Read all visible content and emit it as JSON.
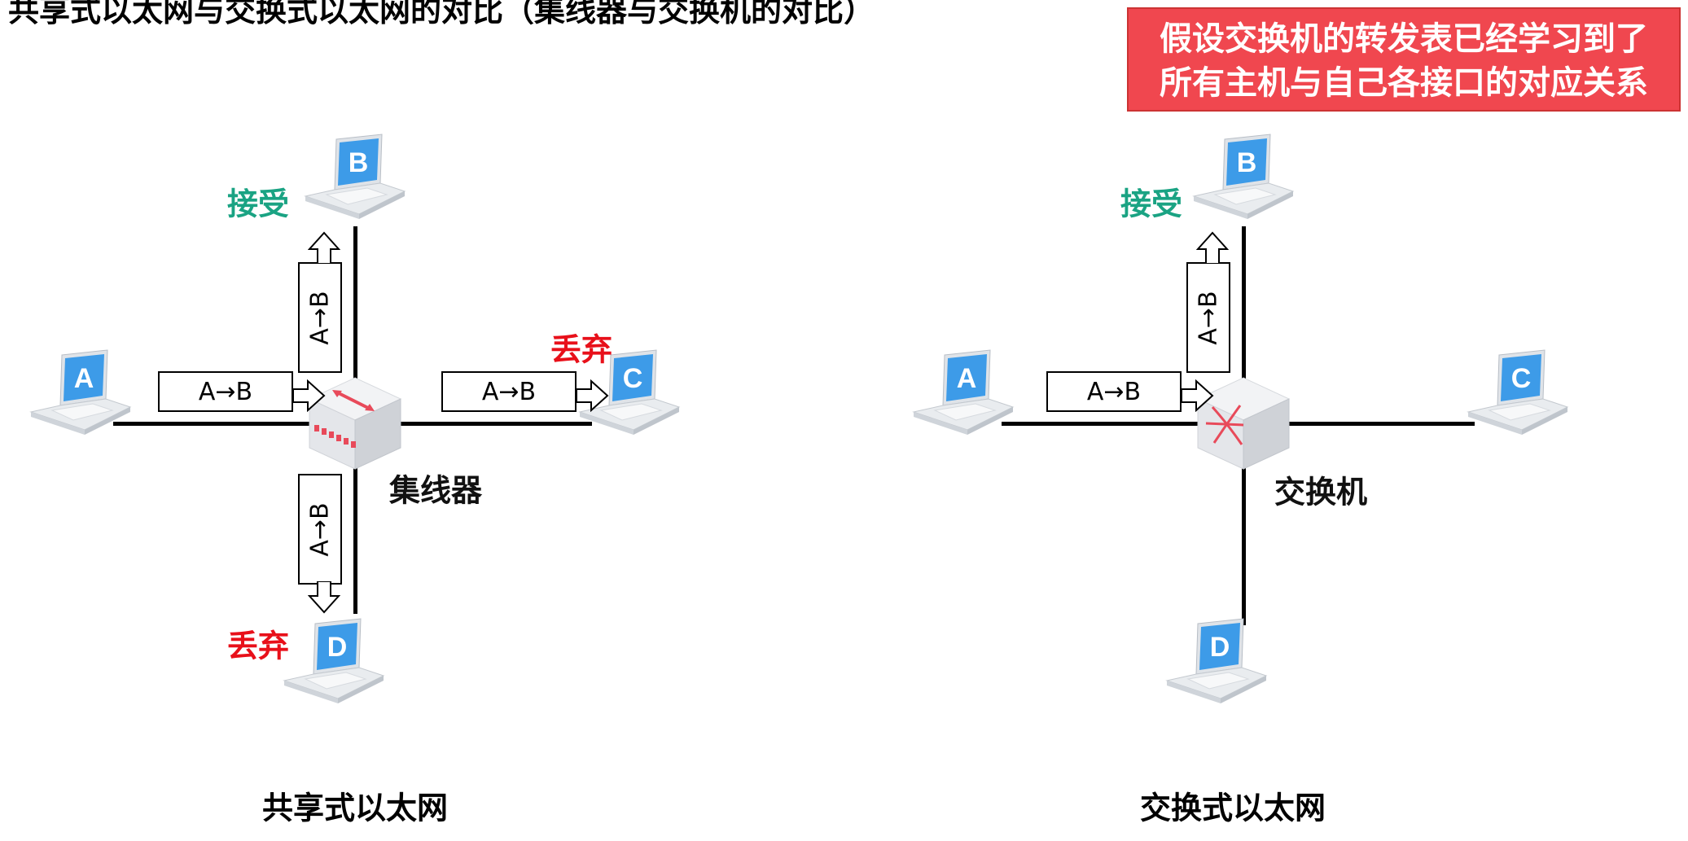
{
  "title": "共享式以太网与交换式以太网的对比（集线器与交换机的对比）",
  "note": {
    "line1": "假设交换机的转发表已经学习到了",
    "line2": "所有主机与自己各接口的对应关系"
  },
  "colors": {
    "accept": "#1aa383",
    "discard": "#e8101a",
    "note_bg": "#f0474f",
    "screen": "#3d9be8"
  },
  "shared": {
    "caption": "共享式以太网",
    "device_label": "集线器",
    "hosts": {
      "a": "A",
      "b": "B",
      "c": "C",
      "d": "D"
    },
    "frame": "A→B",
    "b_status": "接受",
    "c_status": "丢弃",
    "d_status": "丢弃"
  },
  "switched": {
    "caption": "交换式以太网",
    "device_label": "交换机",
    "hosts": {
      "a": "A",
      "b": "B",
      "c": "C",
      "d": "D"
    },
    "frame": "A→B",
    "b_status": "接受"
  }
}
